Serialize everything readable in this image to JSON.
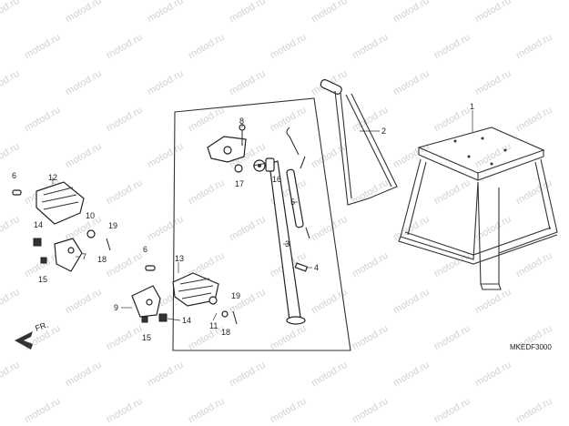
{
  "watermark": "motod.ru",
  "diagram_code": "MKEDF3000",
  "direction_label": "FR.",
  "callouts": {
    "c1": "1",
    "c2": "2",
    "c3": "3",
    "c4": "4",
    "c5": "5",
    "c6a": "6",
    "c6b": "6",
    "c7": "7",
    "c8": "8",
    "c9": "9",
    "c10": "10",
    "c11": "11",
    "c12": "12",
    "c13": "13",
    "c14a": "14",
    "c14b": "14",
    "c15a": "15",
    "c15b": "15",
    "c16": "16",
    "c17": "17",
    "c18a": "18",
    "c18b": "18",
    "c19a": "19",
    "c19b": "19"
  }
}
